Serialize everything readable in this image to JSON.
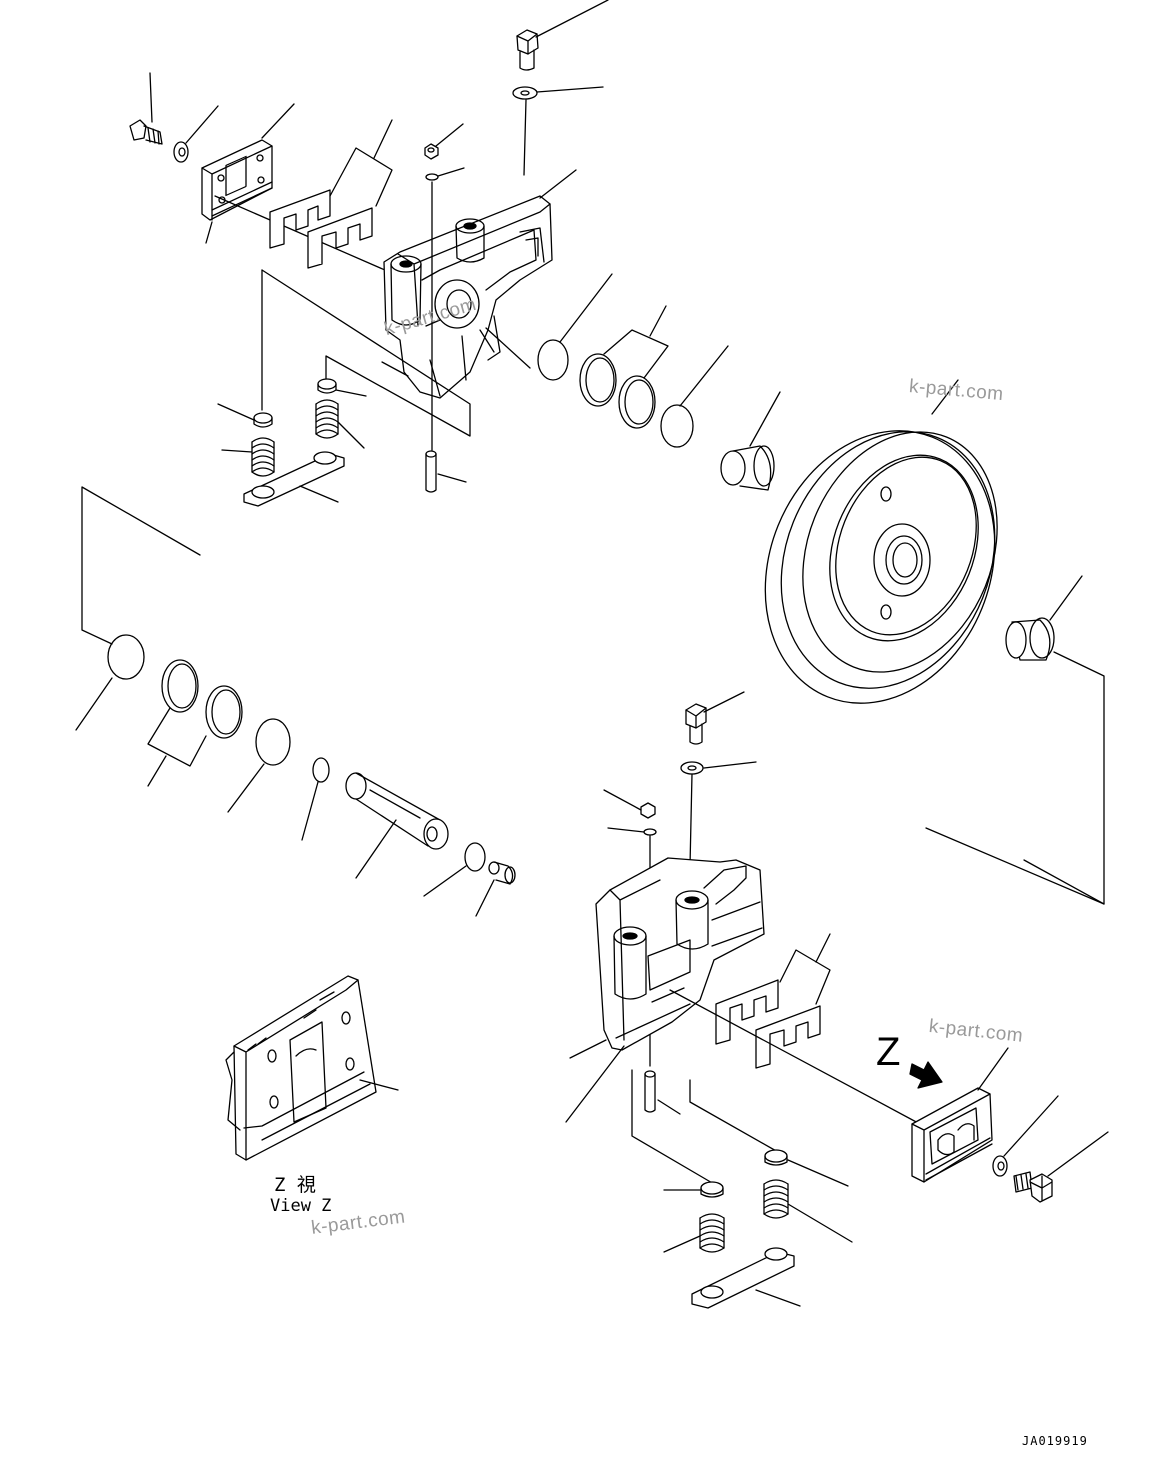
{
  "diagram": {
    "view_label_jp": "Z 視",
    "view_label_en": "View Z",
    "arrow_label": "Z",
    "drawing_id": "JA019919",
    "watermarks": [
      "k-part.com",
      "k-part.com",
      "k-part.com",
      "k-part.com"
    ]
  },
  "colors": {
    "line": "#000000",
    "watermark": "#9a9a9a",
    "background": "#ffffff"
  },
  "icons": [
    "arrow-icon"
  ]
}
